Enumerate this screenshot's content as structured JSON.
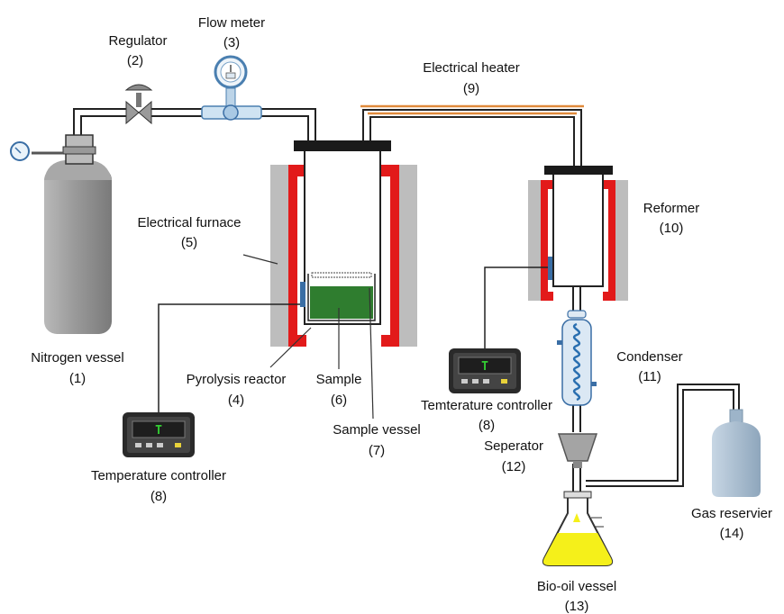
{
  "colors": {
    "tubing": "#222222",
    "heater_line": "#e08a3c",
    "furnace_insulation": "#e21a1a",
    "furnace_shell": "#bdbdbd",
    "sample_bed": "#2f7d2f",
    "cylinder_gray": "#8d8d8d",
    "gas_reservoir": "#9db4c9",
    "bio_oil": "#f5f01a",
    "controller_body": "#2a2a2a",
    "display_text": "#33cc33",
    "condenser_coil": "#2a6fb0"
  },
  "labels": {
    "regulator": {
      "name": "Regulator",
      "num": "(2)"
    },
    "flow_meter": {
      "name": "Flow meter",
      "num": "(3)"
    },
    "electrical_heater": {
      "name": "Electrical heater",
      "num": "(9)"
    },
    "reformer": {
      "name": "Reformer",
      "num": "(10)"
    },
    "electrical_furnace": {
      "name": "Electrical furnace",
      "num": "(5)"
    },
    "nitrogen_vessel": {
      "name": "Nitrogen vessel",
      "num": "(1)"
    },
    "pyrolysis_reactor": {
      "name": "Pyrolysis reactor",
      "num": "(4)"
    },
    "sample": {
      "name": "Sample",
      "num": "(6)"
    },
    "sample_vessel": {
      "name": "Sample vessel",
      "num": "(7)"
    },
    "temperature_controller_left": {
      "name": "Temperature controller",
      "num": "(8)"
    },
    "temperature_controller_right": {
      "name": "Temterature controller",
      "num": "(8)"
    },
    "condenser": {
      "name": "Condenser",
      "num": "(11)"
    },
    "separator": {
      "name": "Seperator",
      "num": "(12)"
    },
    "bio_oil_vessel": {
      "name": "Bio-oil vessel",
      "num": "(13)"
    },
    "gas_reservoir": {
      "name": "Gas reservier",
      "num": "(14)"
    }
  },
  "controller_display": "T"
}
